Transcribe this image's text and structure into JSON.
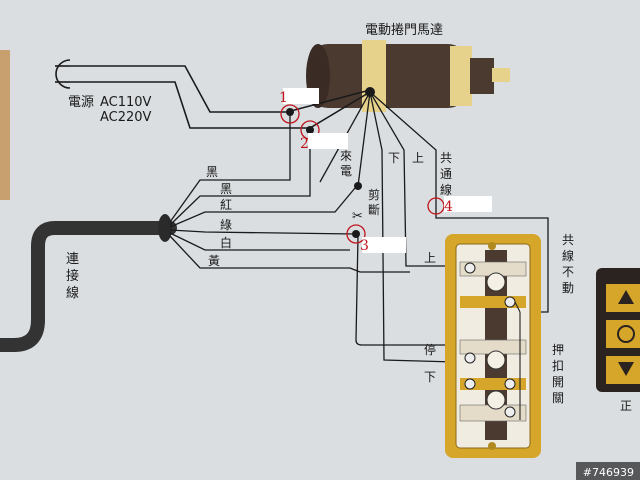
{
  "motor": {
    "title": "電動捲門馬達"
  },
  "power": {
    "label": "電源",
    "v110": "AC110V",
    "v220": "AC220V"
  },
  "cable_colors": [
    "黑",
    "黑",
    "紅",
    "綠",
    "白",
    "黃"
  ],
  "cable_label": [
    "連",
    "接",
    "線"
  ],
  "incoming_label": [
    "來",
    "電"
  ],
  "cut_label": [
    "剪",
    "斷"
  ],
  "common_wire_label": [
    "共",
    "通",
    "線"
  ],
  "common_fixed_label": [
    "共",
    "線",
    "不",
    "動"
  ],
  "switch_label": [
    "押",
    "扣",
    "開",
    "關"
  ],
  "direction": {
    "up": "上",
    "down": "下",
    "stop": "停",
    "right_edge": "正"
  },
  "markers": [
    "1",
    "2",
    "3",
    "4"
  ],
  "watermark": "#746939",
  "colors": {
    "marker_red": "#c0141c",
    "switch_frame": "#d6a62a",
    "motor_body": "#4a3a30",
    "motor_band": "#e6d28a"
  }
}
